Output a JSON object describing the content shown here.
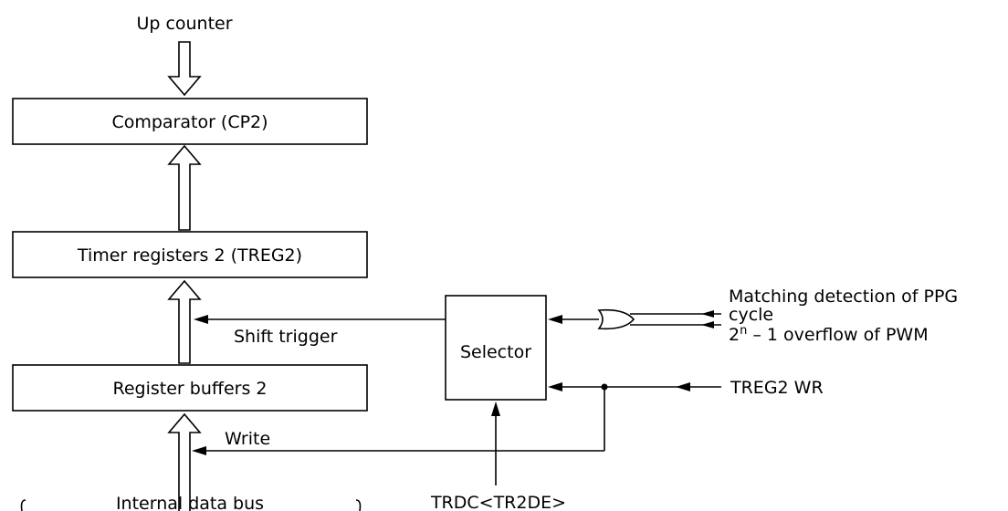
{
  "labels": {
    "up_counter": "Up counter",
    "comparator": "Comparator (CP2)",
    "timer_registers": "Timer registers 2 (TREG2)",
    "register_buffers": "Register buffers 2",
    "selector": "Selector",
    "shift_trigger": "Shift trigger",
    "write": "Write",
    "internal_bus": "Internal data bus",
    "trdc": "TRDC<TR2DE>",
    "matching": "Matching detection of PPG",
    "cycle": "cycle",
    "overflow_power": "n",
    "overflow_prefix": "2",
    "overflow_suffix": " – 1 overflow of PWM",
    "treg2_wr": "TREG2 WR"
  }
}
